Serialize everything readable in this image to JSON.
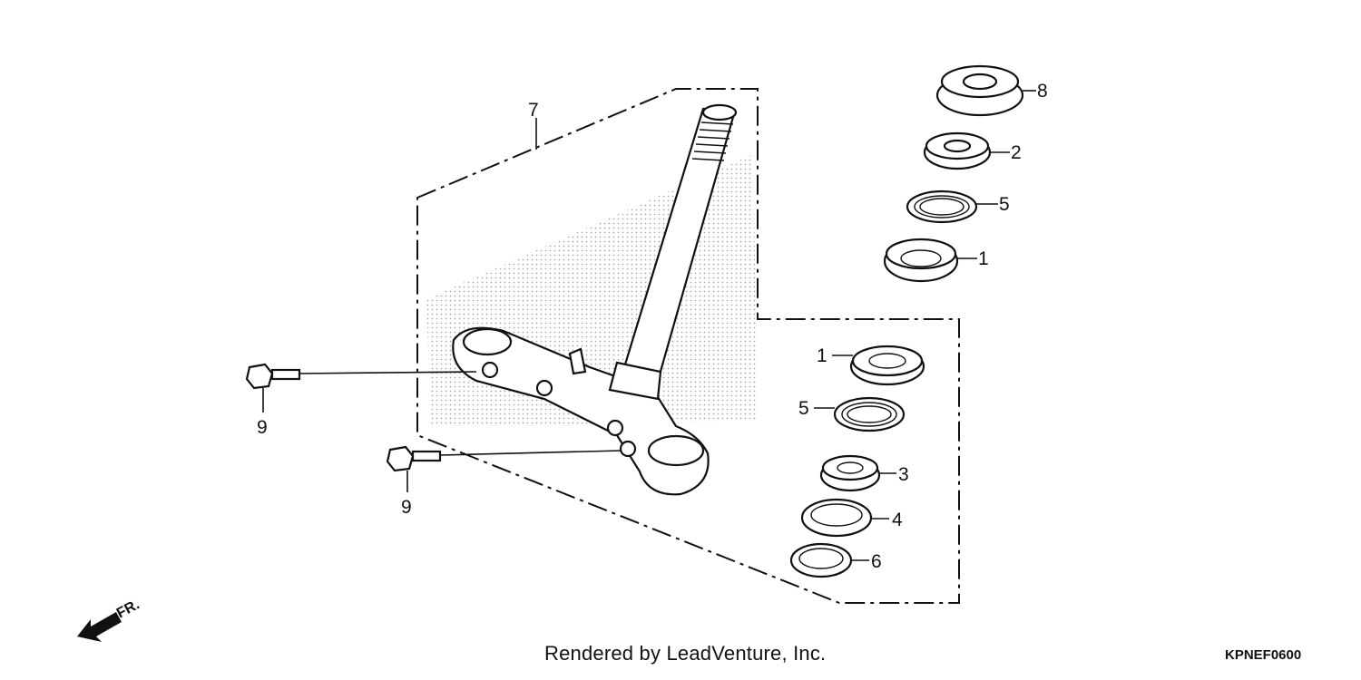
{
  "callouts": {
    "stem": "7",
    "lock_nut": "8",
    "upper_cone": "2",
    "upper_balls": "5",
    "upper_race": "1",
    "lower_race": "1",
    "lower_balls": "5",
    "lower_cone": "3",
    "dust_seal": "4",
    "washer": "6",
    "bolt_upper": "9",
    "bolt_lower": "9"
  },
  "front_arrow": "FR.",
  "credit": "Rendered by LeadVenture, Inc.",
  "diagram_code": "KPNEF0600"
}
